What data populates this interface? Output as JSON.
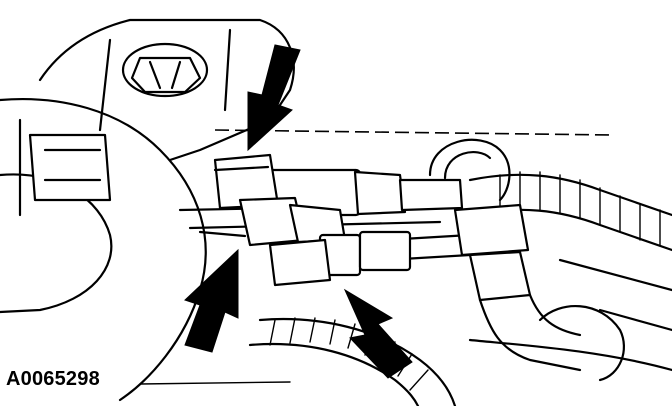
{
  "figure": {
    "id_label": "A0065298"
  },
  "colors": {
    "ink": "#000000",
    "background": "#ffffff"
  },
  "arrows": [
    {
      "name": "arrow-upper-connector",
      "direction": "down-left"
    },
    {
      "name": "arrow-lower-left-connector",
      "direction": "up-right"
    },
    {
      "name": "arrow-lower-right-connector",
      "direction": "up-left"
    }
  ]
}
